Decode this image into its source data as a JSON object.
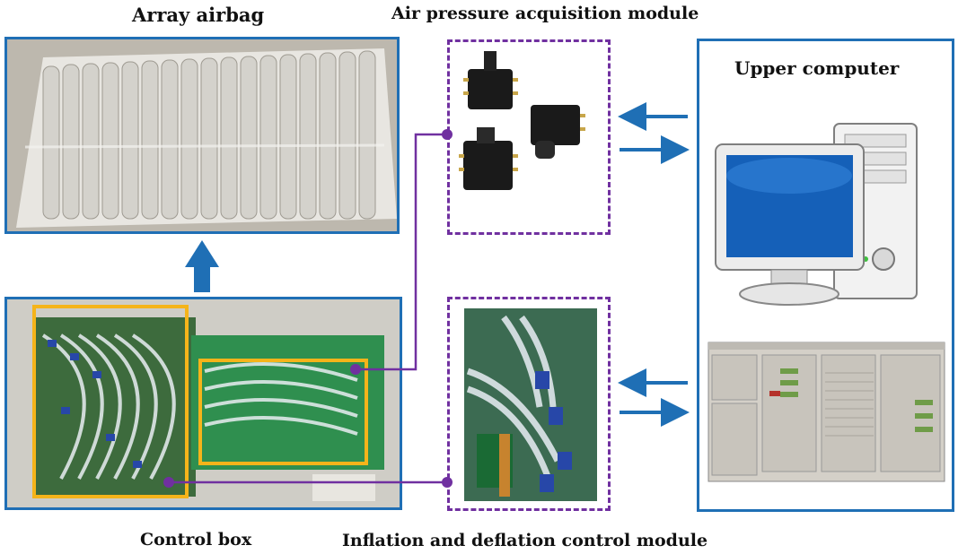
{
  "labels": {
    "array_airbag": "Array airbag",
    "air_pressure_module": "Air pressure acquisition module",
    "upper_computer": "Upper computer",
    "control_box": "Control box",
    "inflation_module": "Inflation and deflation control module"
  },
  "colors": {
    "frame_blue": "#1f6fb5",
    "module_purple": "#7030a0",
    "highlight_yellow": "#f5b41a",
    "arrow_blue": "#1f6fb5"
  }
}
